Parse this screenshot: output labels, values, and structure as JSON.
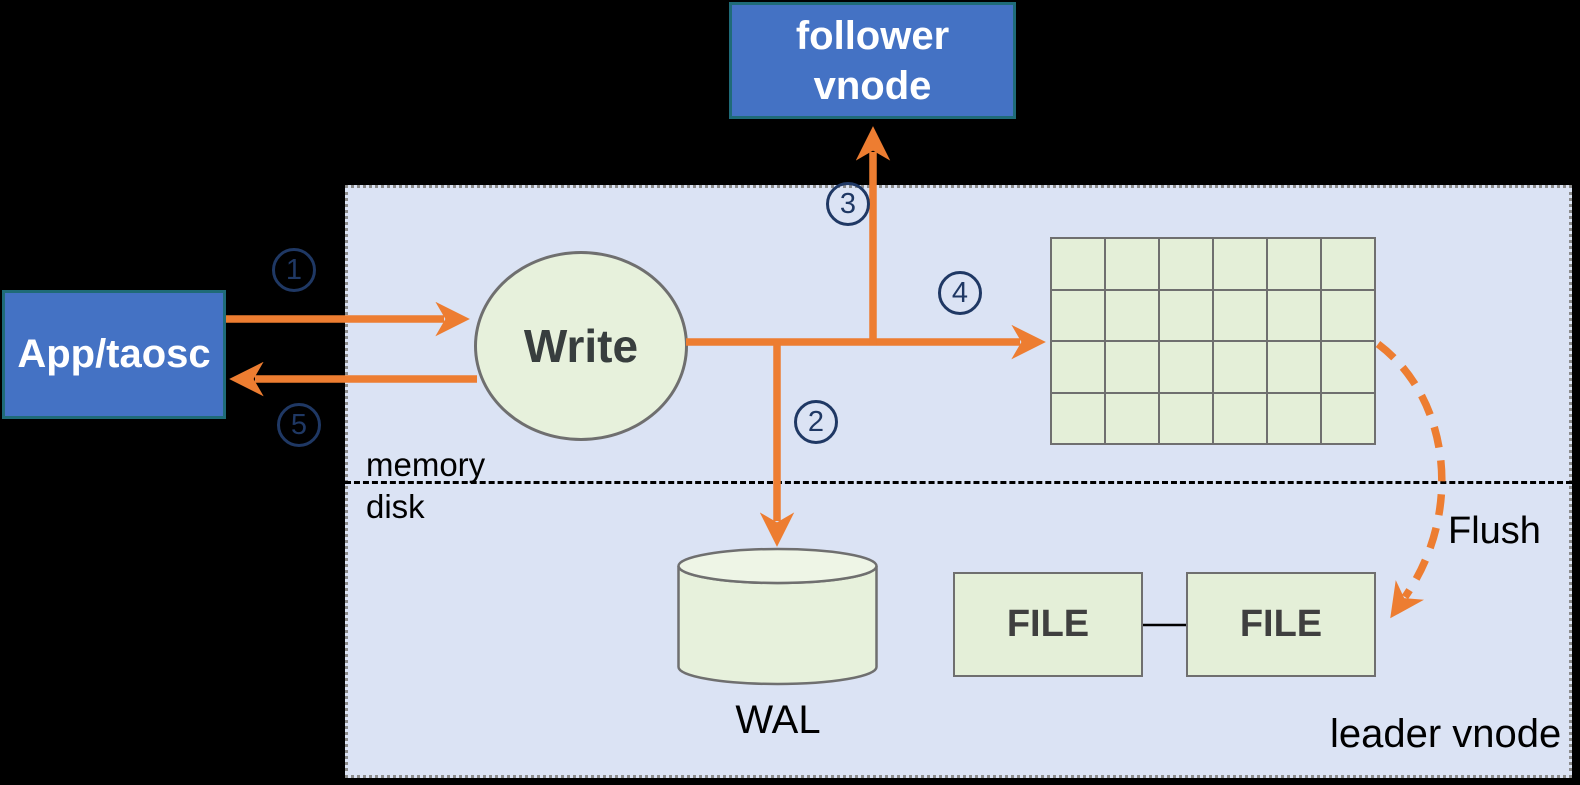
{
  "colors": {
    "background": "#000000",
    "vnode_fill": "#dbe3f4",
    "vnode_border": "#8c8c8c",
    "node_blue_fill": "#4472c4",
    "node_blue_border": "#1f6b78",
    "node_green_fill": "#e4efd8",
    "node_green_border": "#6f6f6f",
    "arrow_orange": "#ed7d31",
    "step_badge_navy": "#1f3864",
    "node_text_dark": "#3f3f3f"
  },
  "nodes": {
    "app": "App/taosc",
    "follower": "follower vnode",
    "write": "Write",
    "wal": "WAL",
    "files": [
      "FILE",
      "FILE"
    ]
  },
  "labels": {
    "memory": "memory",
    "disk": "disk",
    "flush": "Flush",
    "leader": "leader vnode"
  },
  "steps": [
    "1",
    "2",
    "3",
    "4",
    "5"
  ],
  "memtable": {
    "rows": 4,
    "cols": 6
  }
}
